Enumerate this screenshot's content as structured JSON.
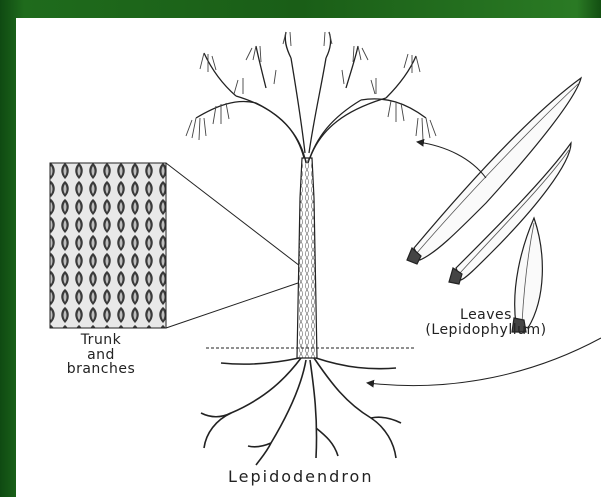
{
  "diagram": {
    "title": "Lepidodendron",
    "labels": {
      "trunk": [
        "Trunk",
        "and",
        "branches"
      ],
      "leaves": [
        "Leaves",
        "(Lepidophyllum)"
      ]
    }
  },
  "colors": {
    "background_green": "#1a5e17",
    "line": "#222222",
    "paper": "#ffffff"
  }
}
